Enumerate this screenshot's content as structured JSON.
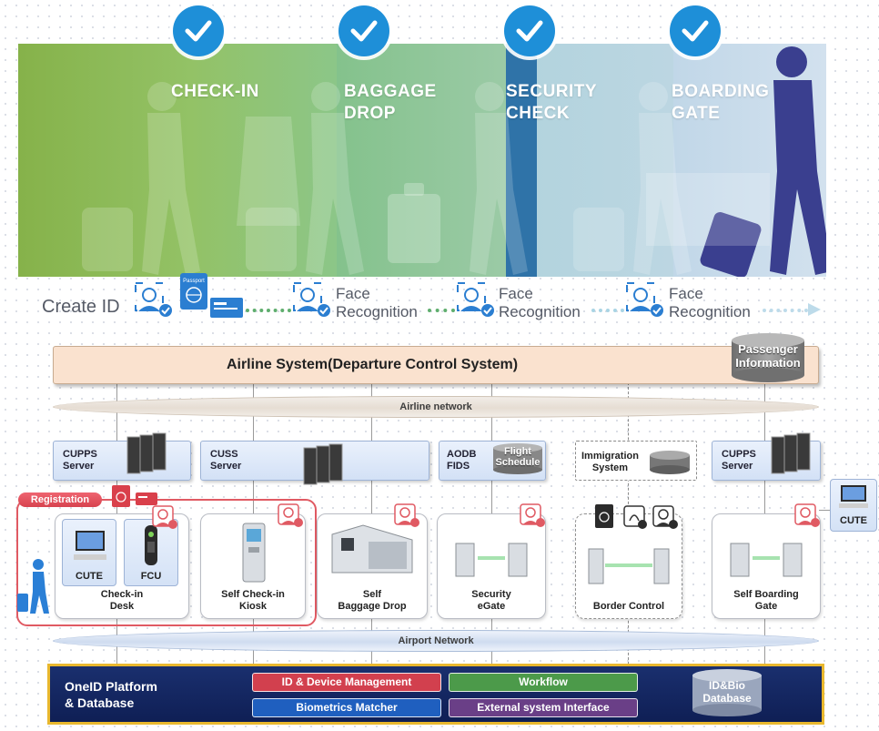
{
  "stages": [
    {
      "label": "CHECK-IN"
    },
    {
      "label": "BAGGAGE\nDROP"
    },
    {
      "label": "SECURITY\nCHECK"
    },
    {
      "label": "BOARDING\nGATE"
    }
  ],
  "flow": {
    "create_id": "Create ID",
    "face_recognition": "Face\nRecognition"
  },
  "airline_system": {
    "title": "Airline System(Departure Control System)",
    "passenger_info": "Passenger\nInformation"
  },
  "networks": {
    "airline": "Airline network",
    "airport": "Airport Network"
  },
  "servers": {
    "cupps_left": "CUPPS\nServer",
    "cuss": "CUSS\nServer",
    "aodb": "AODB\nFIDS",
    "flight_schedule": "Flight\nSchedule",
    "immigration": "Immigration\nSystem",
    "cupps_right": "CUPPS\nServer"
  },
  "registration": {
    "label": "Registration",
    "passport": "Passport"
  },
  "devices": {
    "cute": "CUTE",
    "fcu": "FCU",
    "checkin_desk": "Check-in\nDesk",
    "self_checkin": "Self Check-in\nKiosk",
    "self_baggage": "Self\nBaggage Drop",
    "security_egate": "Security\neGate",
    "border_control": "Border Control",
    "self_boarding": "Self Boarding\nGate",
    "cute_right": "CUTE"
  },
  "platform": {
    "title": "OneID Platform\n& Database",
    "modules": {
      "id_device": "ID & Device Management",
      "workflow": "Workflow",
      "biometrics": "Biometrics Matcher",
      "external": "External system Interface"
    },
    "db": "ID&Bio\nDatabase"
  },
  "colors": {
    "checkin": "#8ab852",
    "baggage": "#7dc08a",
    "security": "#a9cfdc",
    "boarding": "#c6dbe9",
    "traveler": "#3a3f8f",
    "check_badge": "#1e8fd8",
    "platform_bg": "#14286a",
    "platform_border": "#e9b82e",
    "module_red": "#d2404e",
    "module_green": "#4c9a4a",
    "module_blue": "#1f5fbf",
    "module_purple": "#6a3f87"
  }
}
